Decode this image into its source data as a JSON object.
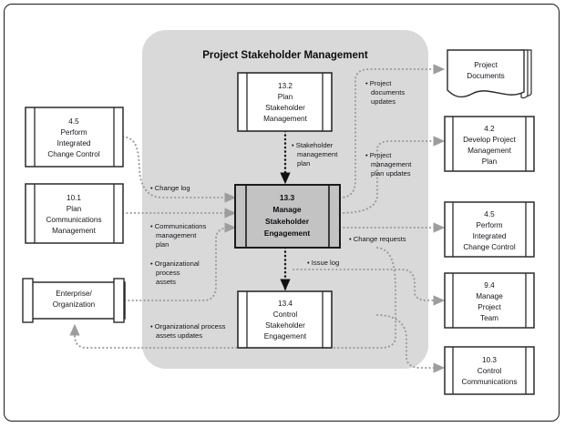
{
  "diagram": {
    "title": "Project Stakeholder Management",
    "frame_color": "#1b1b1b",
    "panel_color": "#d9d9d9",
    "highlight_color": "#c3c3c3",
    "arrow_color": "#9d9d9d",
    "arrow_dark_color": "#111111"
  },
  "processes": {
    "plan_stakeholder_management": {
      "id": "13.2",
      "line1": "Plan",
      "line2": "Stakeholder",
      "line3": "Management"
    },
    "manage_stakeholder_engagement": {
      "id": "13.3",
      "line1": "Manage",
      "line2": "Stakeholder",
      "line3": "Engagement"
    },
    "control_stakeholder_engagement": {
      "id": "13.4",
      "line1": "Control",
      "line2": "Stakeholder",
      "line3": "Engagement"
    }
  },
  "left_nodes": [
    {
      "id": "4.5",
      "line1": "Perform",
      "line2": "Integrated",
      "line3": "Change Control"
    },
    {
      "id": "10.1",
      "line1": "Plan",
      "line2": "Communications",
      "line3": "Management"
    }
  ],
  "entity": {
    "line1": "Enterprise/",
    "line2": "Organization"
  },
  "right_nodes": [
    {
      "shape": "document",
      "line1": "Project",
      "line2": "Documents"
    },
    {
      "shape": "process",
      "id": "4.2",
      "line1": "Develop Project",
      "line2": "Management",
      "line3": "Plan"
    },
    {
      "shape": "process",
      "id": "4.5",
      "line1": "Perform",
      "line2": "Integrated",
      "line3": "Change Control"
    },
    {
      "shape": "process",
      "id": "9.4",
      "line1": "Manage",
      "line2": "Project",
      "line3": "Team"
    },
    {
      "shape": "process",
      "id": "10.3",
      "line1": "Control",
      "line2": "Communications"
    }
  ],
  "flow_labels": {
    "stakeholder_management_plan": {
      "l1": "• Stakeholder",
      "l2": "management",
      "l3": "plan"
    },
    "change_log": {
      "l1": "• Change log"
    },
    "communications_management_plan": {
      "l1": "• Communications",
      "l2": "management",
      "l3": "plan"
    },
    "organizational_process_assets": {
      "l1": "• Organizational",
      "l2": "process",
      "l3": "assets"
    },
    "organizational_process_assets_updates": {
      "l1": "• Organizational process",
      "l2": "assets updates"
    },
    "project_documents_updates": {
      "l1": "• Project",
      "l2": "documents",
      "l3": "updates"
    },
    "project_management_plan_updates": {
      "l1": "• Project",
      "l2": "management",
      "l3": "plan updates"
    },
    "change_requests": {
      "l1": "• Change requests"
    },
    "issue_log": {
      "l1": "• Issue log"
    }
  }
}
